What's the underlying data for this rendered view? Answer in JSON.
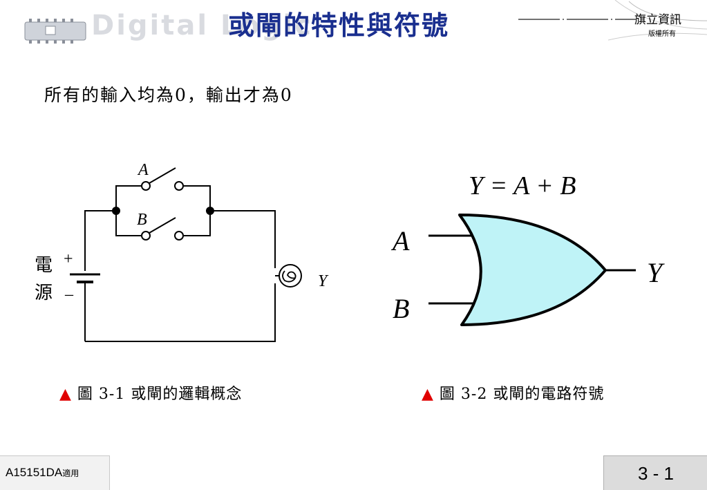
{
  "header": {
    "watermark": "Digital Logic",
    "title": "或閘的特性與符號",
    "publisher": "旗立資訊",
    "rights": "版權所有"
  },
  "intro_text": "所有的輸入均為0，輸出才為0",
  "circuit": {
    "switch_a": "A",
    "switch_b": "B",
    "plus": "+",
    "minus": "–",
    "source_char1": "電",
    "source_char2": "源",
    "lamp_label": "Y"
  },
  "gate": {
    "equation": "Y = A + B",
    "input_a": "A",
    "input_b": "B",
    "output": "Y",
    "fill": "#bff3f7"
  },
  "captions": {
    "marker": "▲",
    "fig1": "圖 3-1  或閘的邏輯概念",
    "fig2": "圖 3-2  或閘的電路符號",
    "marker_color": "#e00000"
  },
  "footer": {
    "code": "A15151DA",
    "code_suffix": "適用",
    "page": "3 - 1"
  }
}
